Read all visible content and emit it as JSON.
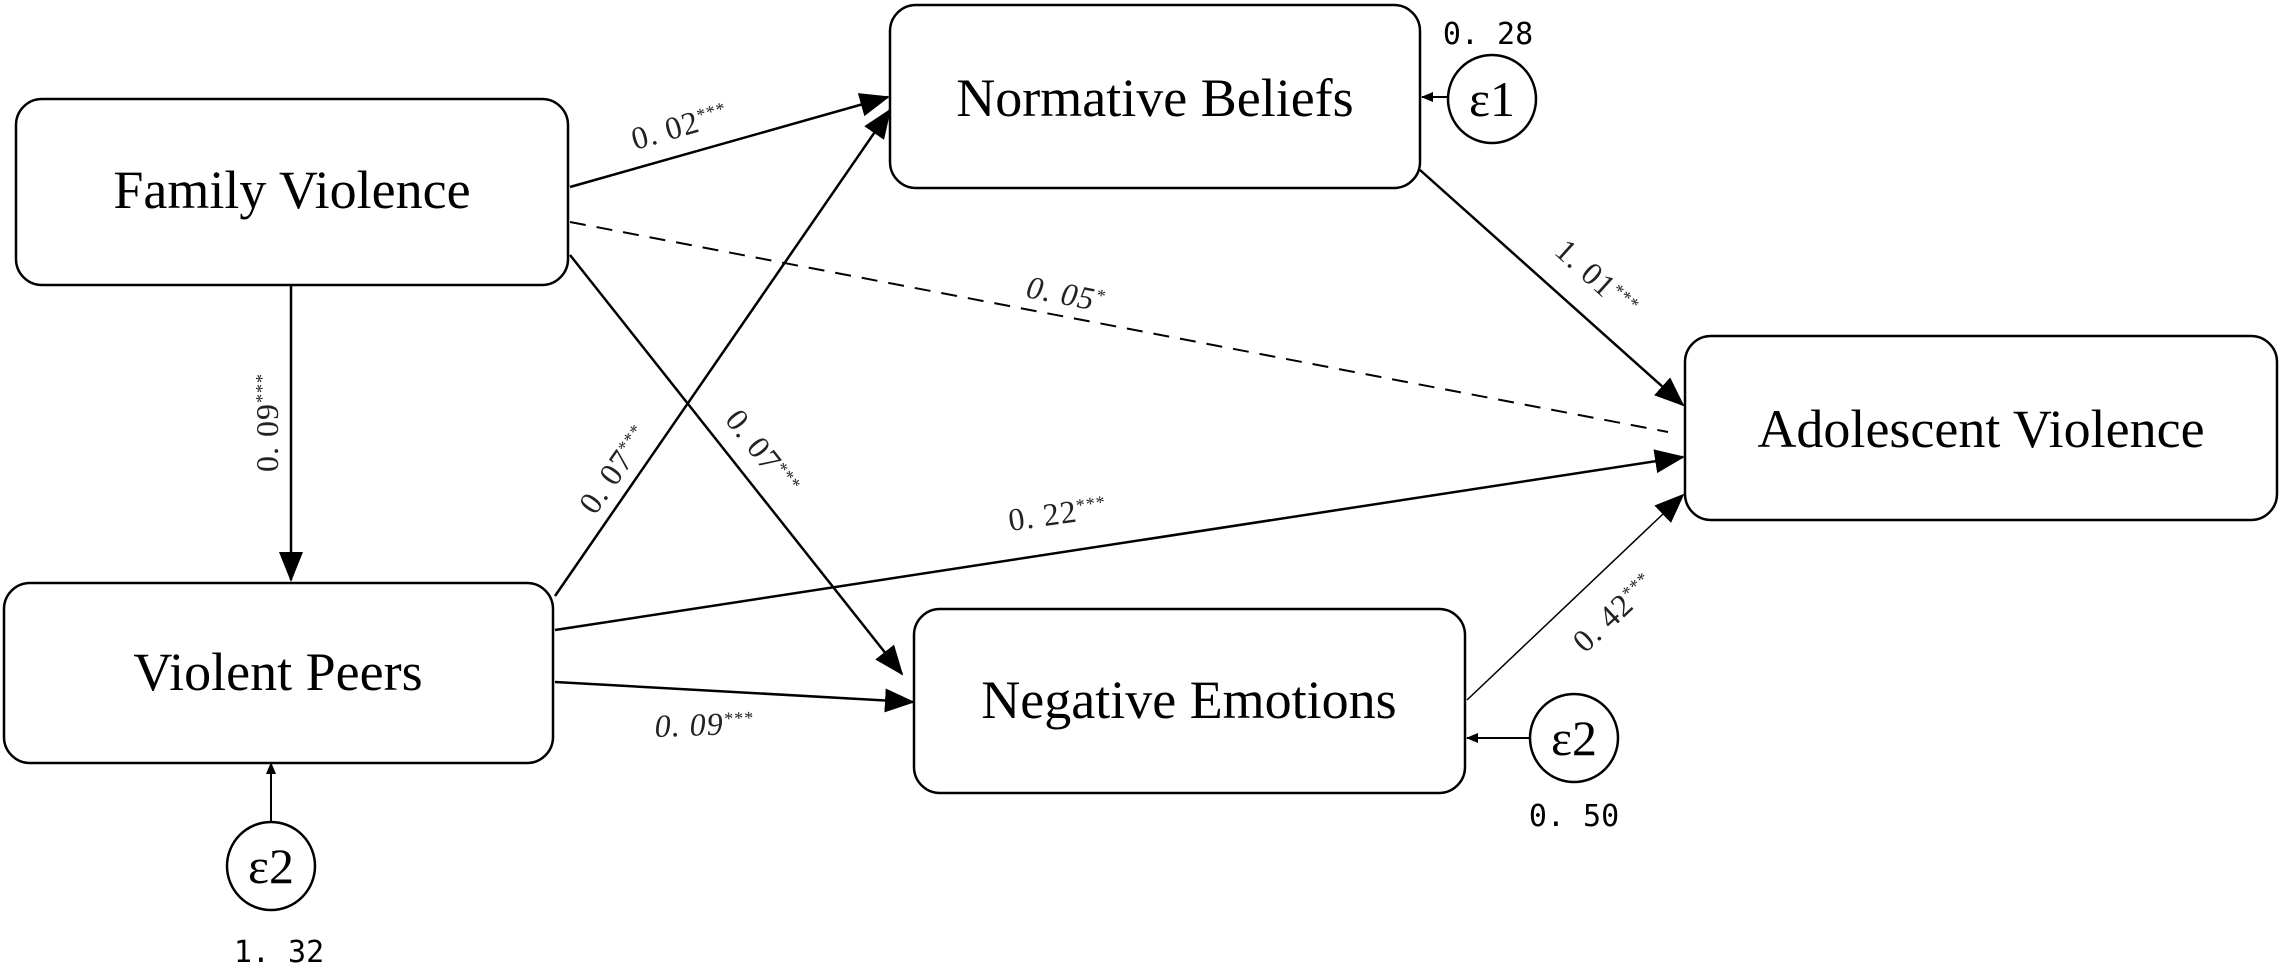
{
  "nodes": {
    "family_violence": "Family Violence",
    "normative_beliefs": "Normative Beliefs",
    "adolescent_violence": "Adolescent Violence",
    "violent_peers": "Violent Peers",
    "negative_emotions": "Negative Emotions"
  },
  "errors": {
    "e_beliefs": {
      "label": "ε1",
      "variance": "0. 28"
    },
    "e_emotions": {
      "label": "ε2",
      "variance": "0. 50"
    },
    "e_peers": {
      "label": "ε2",
      "variance": "1. 32"
    }
  },
  "paths": {
    "fv_nb": {
      "value": "0. 02",
      "sig": "***"
    },
    "fv_av": {
      "value": "0. 05",
      "sig": "*"
    },
    "fv_vp": {
      "value": "0. 09",
      "sig": "***"
    },
    "fv_ne": {
      "value": "0. 07",
      "sig": "***"
    },
    "vp_nb": {
      "value": "0. 07",
      "sig": "***"
    },
    "vp_av": {
      "value": "0. 22",
      "sig": "***"
    },
    "vp_ne": {
      "value": "0. 09",
      "sig": "***"
    },
    "nb_av": {
      "value": "1. 01",
      "sig": "***"
    },
    "ne_av": {
      "value": "0. 42",
      "sig": "***"
    }
  }
}
